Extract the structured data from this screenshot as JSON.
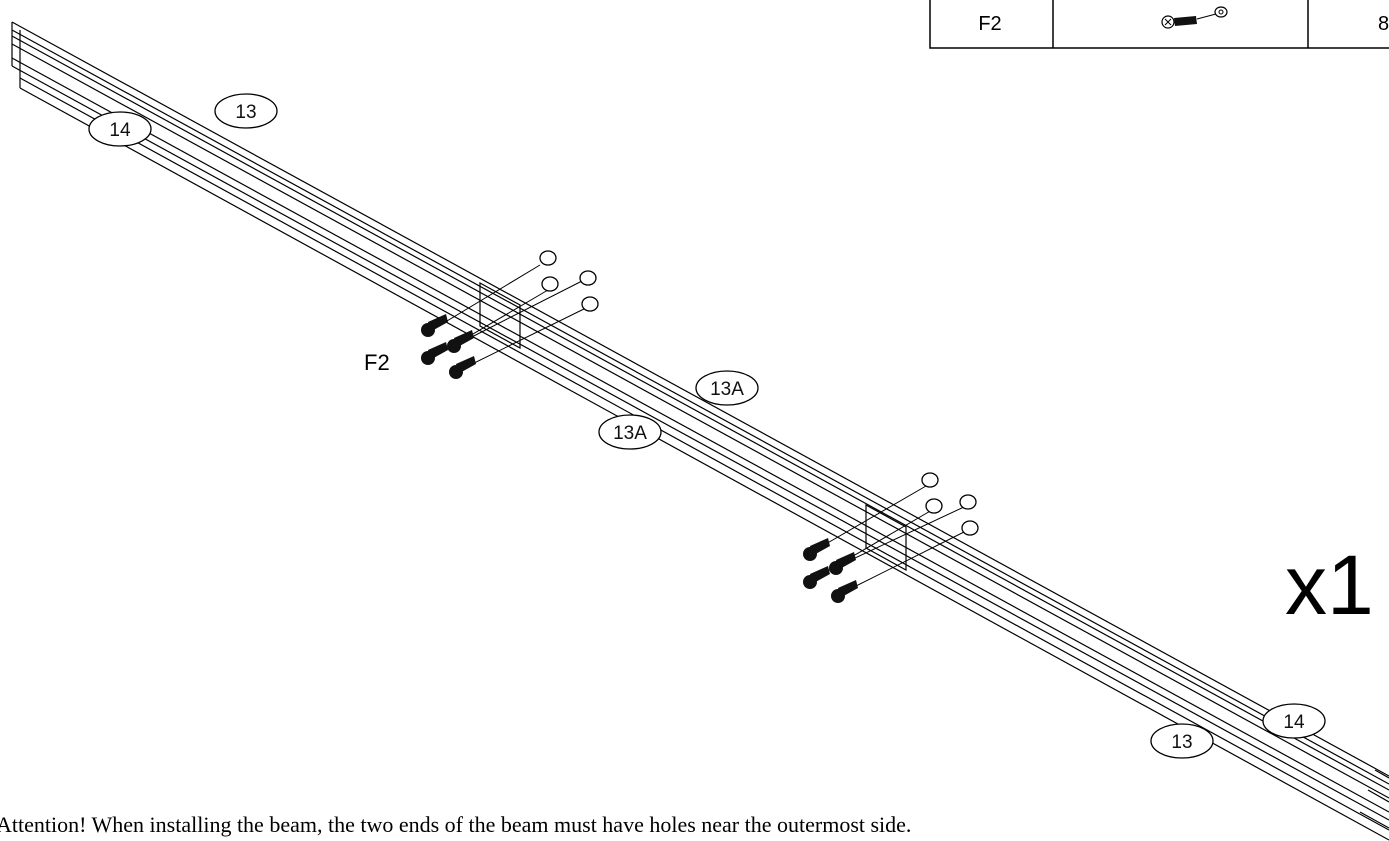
{
  "parts_table": {
    "code": "F2",
    "quantity": "8"
  },
  "callouts": {
    "top_left_upper": "13",
    "top_left_lower": "14",
    "middle_upper": "13A",
    "middle_lower": "13A",
    "bottom_right_upper": "14",
    "bottom_right_lower": "13"
  },
  "fastener_label": "F2",
  "multiplier": "x1",
  "attention_note": "Attention! When installing the beam, the two ends of the beam must have holes near the outermost side.",
  "icons": [
    "screw-icon",
    "nut-icon"
  ]
}
